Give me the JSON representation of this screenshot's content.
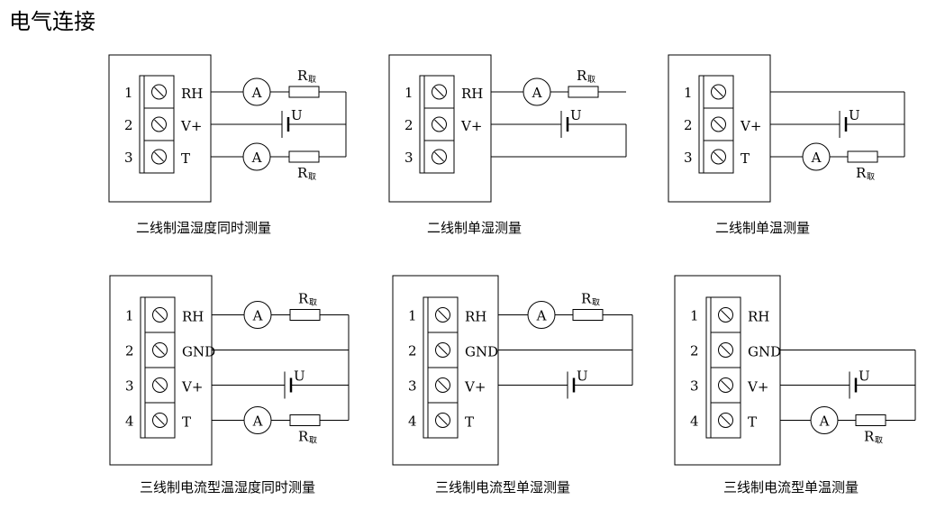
{
  "title": "电气连接",
  "labels": {
    "rh": "RH",
    "vplus": "V+",
    "t": "T",
    "gnd": "GND",
    "u": "U",
    "ammeter": "A",
    "resistor_main": "R",
    "resistor_sub": "取"
  },
  "terminal_numbers": [
    "1",
    "2",
    "3",
    "4"
  ],
  "captions": [
    "二线制温湿度同时测量",
    "二线制单湿测量",
    "二线制单温测量",
    "三线制电流型温湿度同时测量",
    "三线制电流型单湿测量",
    "三线制电流型单温测量"
  ]
}
